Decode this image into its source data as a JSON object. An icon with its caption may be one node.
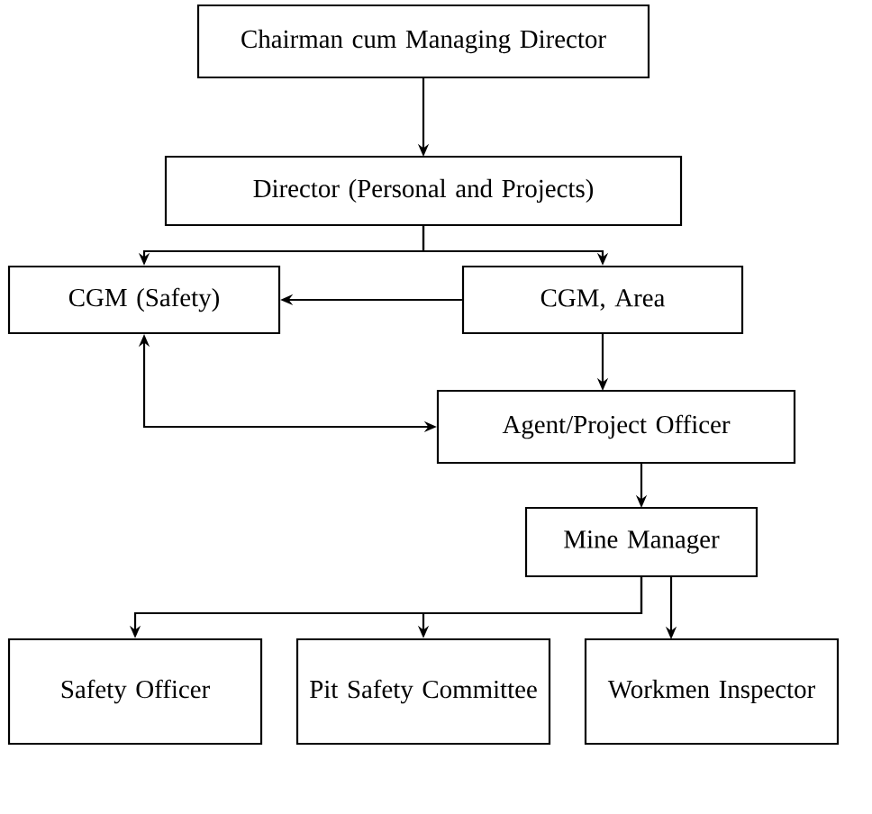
{
  "diagram": {
    "nodes": [
      {
        "text": [
          "Chairman cum Managing Director"
        ]
      },
      {
        "text": [
          "Director (Personal and Projects)"
        ]
      },
      {
        "text": [
          "CGM (Safety)"
        ]
      },
      {
        "text": [
          "CGM, Area"
        ]
      },
      {
        "text": [
          "Agent/Project Officer"
        ]
      },
      {
        "text": [
          "Mine Manager"
        ]
      },
      {
        "text": [
          "Safety Officer"
        ]
      },
      {
        "text": [
          "Pit Safety Committee"
        ]
      },
      {
        "text": [
          "Workmen Inspector"
        ]
      }
    ],
    "edges": [
      {
        "from": 0,
        "to": 1,
        "arrow": "to"
      },
      {
        "from": 1,
        "to": 2,
        "arrow": "to"
      },
      {
        "from": 1,
        "to": 3,
        "arrow": "to"
      },
      {
        "from": 3,
        "to": 2,
        "arrow": "to"
      },
      {
        "from": 2,
        "to": 4,
        "arrow": "both"
      },
      {
        "from": 3,
        "to": 4,
        "arrow": "to"
      },
      {
        "from": 4,
        "to": 5,
        "arrow": "to"
      },
      {
        "from": 5,
        "to": 6,
        "arrow": "to"
      },
      {
        "from": 5,
        "to": 7,
        "arrow": "to"
      },
      {
        "from": 5,
        "to": 8,
        "arrow": "to"
      }
    ]
  }
}
